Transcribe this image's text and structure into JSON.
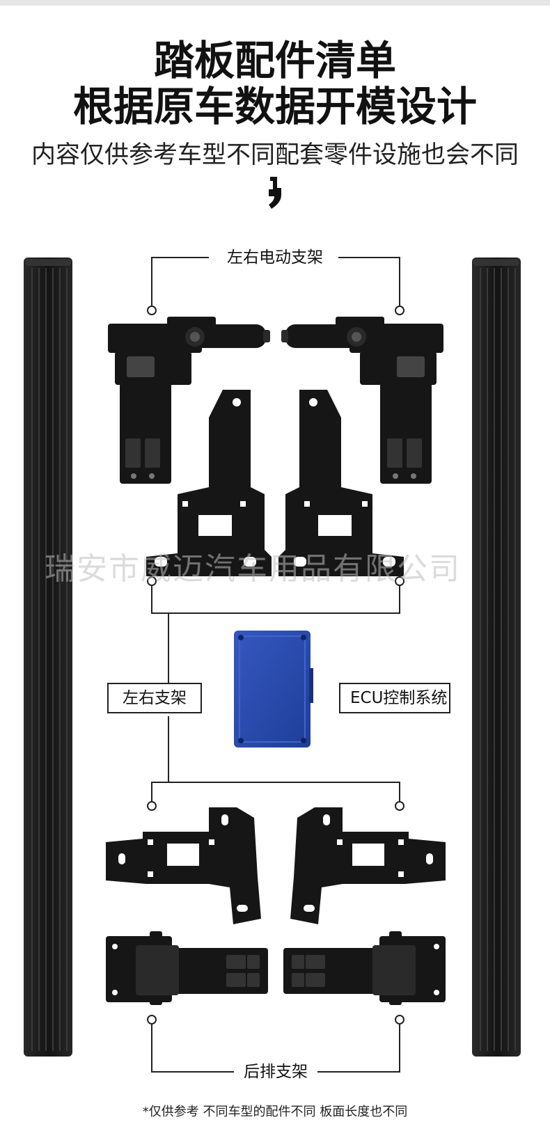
{
  "header": {
    "title_line1": "踏板配件清单",
    "title_line2": "根据原车数据开模设计",
    "subtitle": "内容仅供参考车型不同配套零件设施也会不同"
  },
  "labels": {
    "electric_brackets": "左右电动支架",
    "lr_brackets": "左右支架",
    "ecu": "ECU控制系统",
    "rear_brackets": "后排支架"
  },
  "watermark": "瑞安市威迈汽车用品有限公司",
  "footer_note": "*仅供参考 不同车型的配件不同 板面长度也不同",
  "colors": {
    "board": "#1c1c1c",
    "board_groove": "#3a3a3a",
    "bracket": "#161616",
    "ecu_blue": "#2a4fb0"
  }
}
